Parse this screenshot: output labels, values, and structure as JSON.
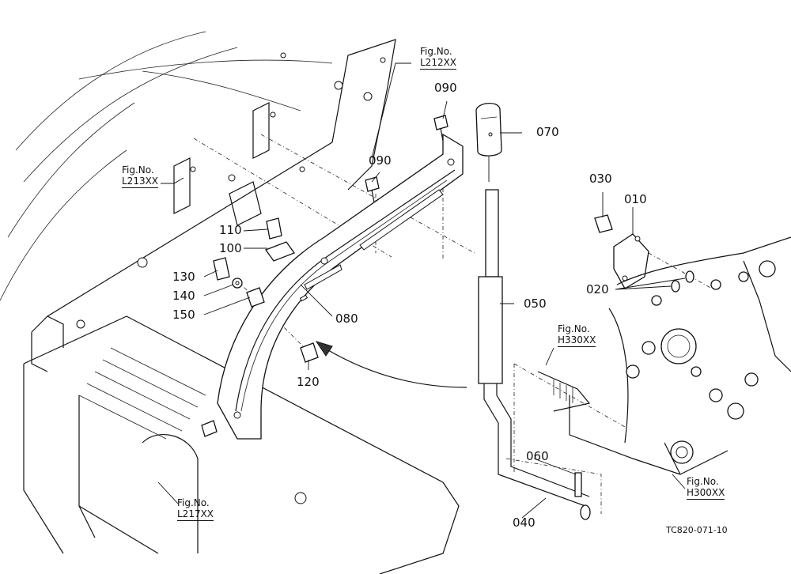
{
  "parts": {
    "p010": "010",
    "p020": "020",
    "p030": "030",
    "p040": "040",
    "p050": "050",
    "p060": "060",
    "p070": "070",
    "p080": "080",
    "p090a": "090",
    "p090b": "090",
    "p100": "100",
    "p110": "110",
    "p120": "120",
    "p130": "130",
    "p140": "140",
    "p150": "150"
  },
  "figure_refs": {
    "l212": {
      "label": "Fig.No.",
      "code": "L212XX"
    },
    "l213": {
      "label": "Fig.No.",
      "code": "L213XX"
    },
    "l217": {
      "label": "Fig.No.",
      "code": "L217XX"
    },
    "h330": {
      "label": "Fig.No.",
      "code": "H330XX"
    },
    "h300": {
      "label": "Fig.No.",
      "code": "H300XX"
    }
  },
  "drawing_code": "TC820-071-10"
}
